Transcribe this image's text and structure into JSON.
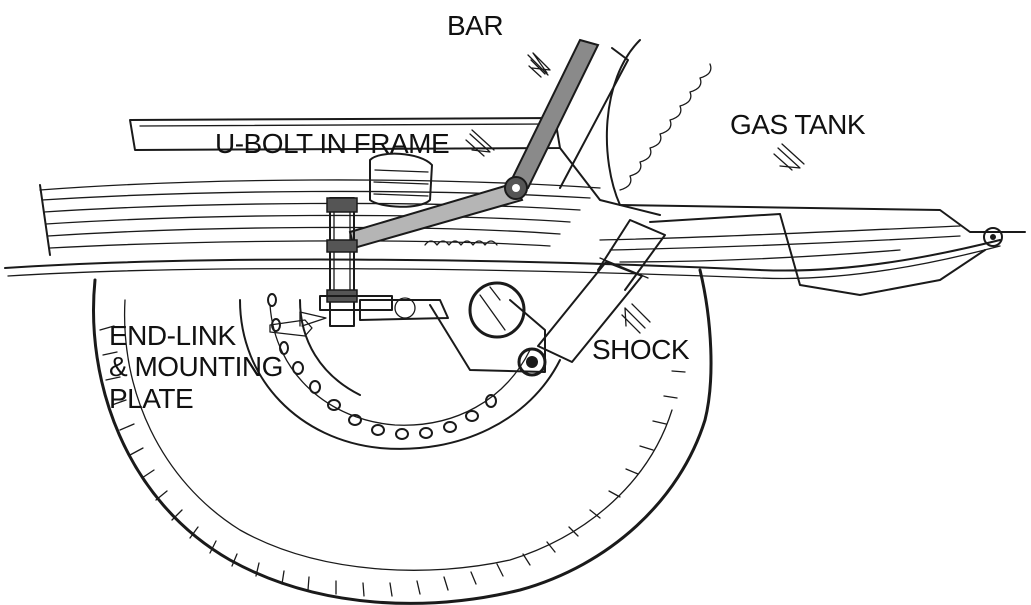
{
  "labels": {
    "bar": "BAR",
    "u_bolt": "U-BOLT IN FRAME",
    "gas_tank": "GAS TANK",
    "shock": "SHOCK",
    "end_link": [
      "END-LINK",
      "& MOUNTING",
      "PLATE"
    ]
  },
  "colors": {
    "background": "#ffffff",
    "ink": "#1a1a1a",
    "bar_fill": "#8a8a8a",
    "rubber": "#555555"
  }
}
